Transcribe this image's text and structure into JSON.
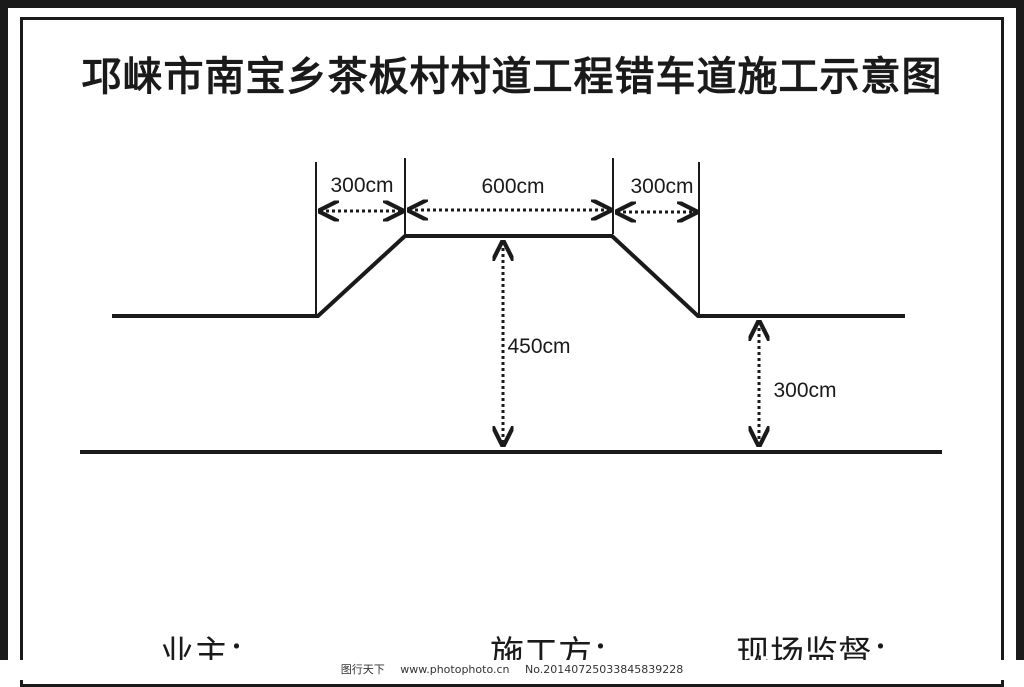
{
  "title": "邛崃市南宝乡茶板村村道工程错车道施工示意图",
  "dimensions": {
    "top_left": "300cm",
    "top_middle": "600cm",
    "top_right": "300cm",
    "height_center": "450cm",
    "height_right": "300cm"
  },
  "signatures": {
    "owner": "业主：",
    "builder": "施工方：",
    "supervisor": "现场监督："
  },
  "watermark": {
    "site_name": "图行天下",
    "url": "www.photophoto.cn",
    "number": "No.20140725033845839228"
  },
  "colors": {
    "line": "#1a1a1a",
    "background": "#ffffff"
  }
}
